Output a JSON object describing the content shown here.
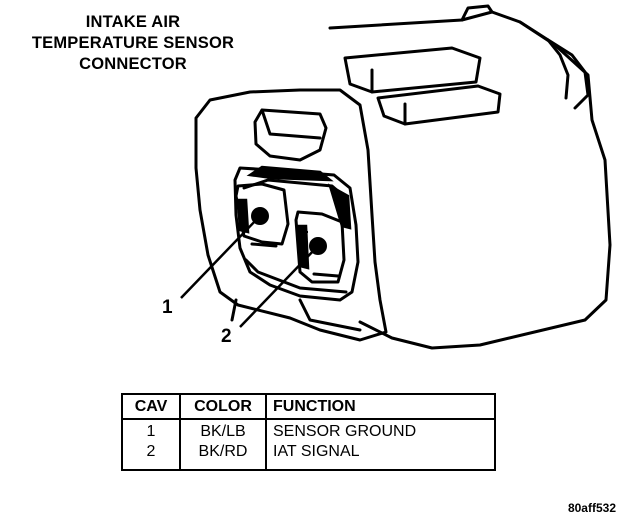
{
  "title": {
    "line1": "INTAKE AIR",
    "line2": "TEMPERATURE SENSOR",
    "line3": "CONNECTOR"
  },
  "callouts": {
    "pin1": "1",
    "pin2": "2"
  },
  "table": {
    "headers": [
      "CAV",
      "COLOR",
      "FUNCTION"
    ],
    "rows": [
      [
        "1",
        "BK/LB",
        "SENSOR GROUND"
      ],
      [
        "2",
        "BK/RD",
        "IAT SIGNAL"
      ]
    ]
  },
  "figure_id": "80aff532"
}
